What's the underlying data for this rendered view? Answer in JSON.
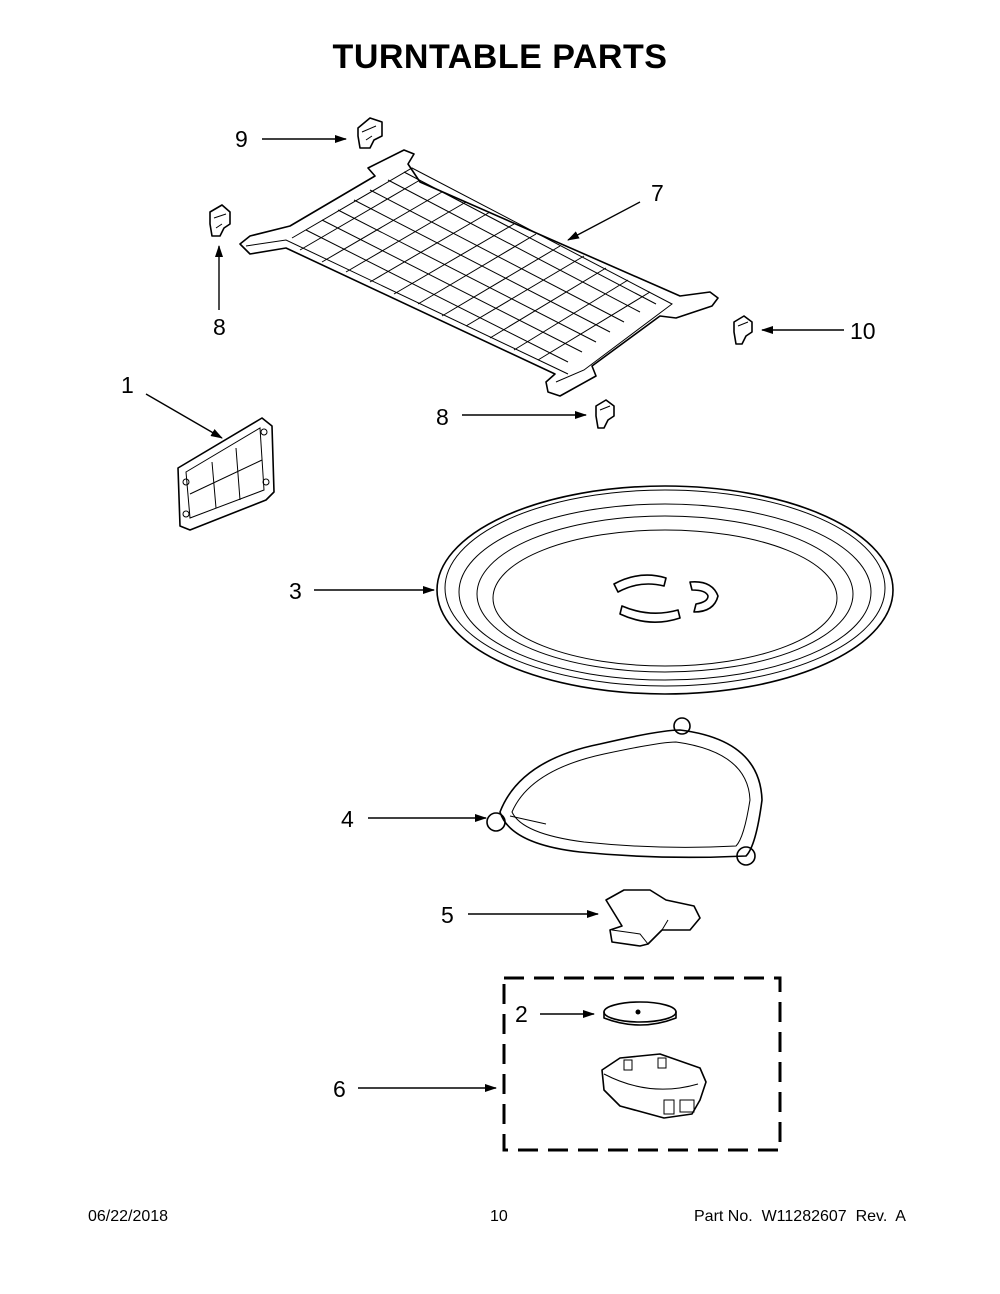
{
  "title": "TURNTABLE PARTS",
  "callouts": {
    "c1": "1",
    "c2": "2",
    "c3": "3",
    "c4": "4",
    "c5": "5",
    "c6": "6",
    "c7": "7",
    "c8a": "8",
    "c8b": "8",
    "c9": "9",
    "c10": "10"
  },
  "footer": {
    "date": "06/22/2018",
    "page": "10",
    "part_no": "Part No.  W11282607  Rev.  A"
  }
}
